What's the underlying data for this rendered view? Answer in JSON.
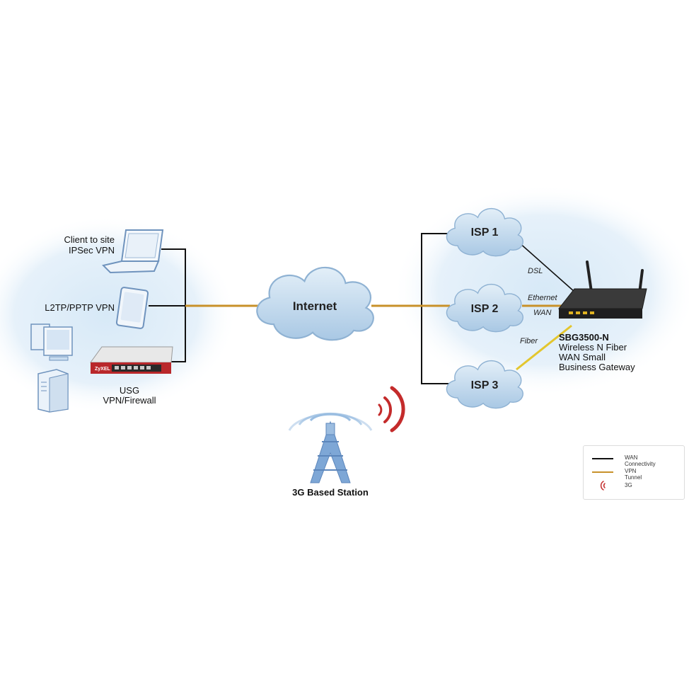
{
  "internet_label": "Internet",
  "isps": [
    {
      "label": "ISP 1",
      "link": "DSL"
    },
    {
      "label": "ISP 2",
      "link": "Ethernet WAN"
    },
    {
      "label": "ISP 3",
      "link": "Fiber"
    }
  ],
  "link_labels": {
    "dsl": "DSL",
    "ethernet": "Ethernet",
    "wan": "WAN",
    "fiber": "Fiber"
  },
  "clients": {
    "ipsec_line1": "Client to site",
    "ipsec_line2": "IPSec VPN",
    "l2tp": "L2TP/PPTP VPN",
    "usg_line1": "USG",
    "usg_line2": "VPN/Firewall"
  },
  "gateway": {
    "model": "SBG3500-N",
    "desc_line1": "Wireless N Fiber",
    "desc_line2": "WAN Small",
    "desc_line3": "Business Gateway"
  },
  "station_label": "3G Based Station",
  "legend": {
    "wan": "WAN Connectivity",
    "vpn": "VPN Tunnel",
    "g3": "3G"
  },
  "colors": {
    "wan_line": "#111111",
    "vpn_line": "#c8912a",
    "fiber_line": "#e3c62e",
    "cloud": "#cfe3f3",
    "halo": "#e3f0fa",
    "signal": "#c42b2b",
    "tower": "#7ea7d6"
  }
}
